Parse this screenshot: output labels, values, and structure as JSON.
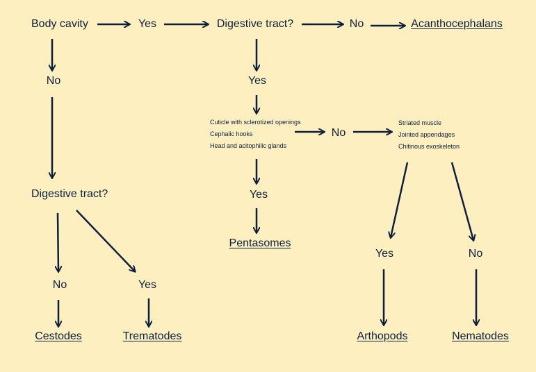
{
  "diagram": {
    "colors": {
      "background": "#fdefbf",
      "ink": "#0d1f3c"
    },
    "nodes": {
      "body_cavity": "Body cavity",
      "yes_top": "Yes",
      "digestive_tract_top": "Digestive tract?",
      "no_top": "No",
      "acanthocephalans": "Acanthocephalans",
      "no_left": "No",
      "digestive_tract_left": "Digestive tract?",
      "no_bottom_left": "No",
      "yes_bottom_left": "Yes",
      "cestodes": "Cestodes",
      "trematodes": "Trematodes",
      "yes_mid": "Yes",
      "traits_a": [
        "Cuticle with sclerotized openings",
        "Cephalic hooks",
        "Head and acitophilic glands"
      ],
      "no_mid": "No",
      "traits_b": [
        "Striated muscle",
        "Jointed appendages",
        "Chitinous exoskeleton"
      ],
      "yes_pent": "Yes",
      "pentasomes": "Pentasomes",
      "yes_right": "Yes",
      "no_right": "No",
      "arthopods": "Arthopods",
      "nematodes": "Nematodes"
    }
  }
}
